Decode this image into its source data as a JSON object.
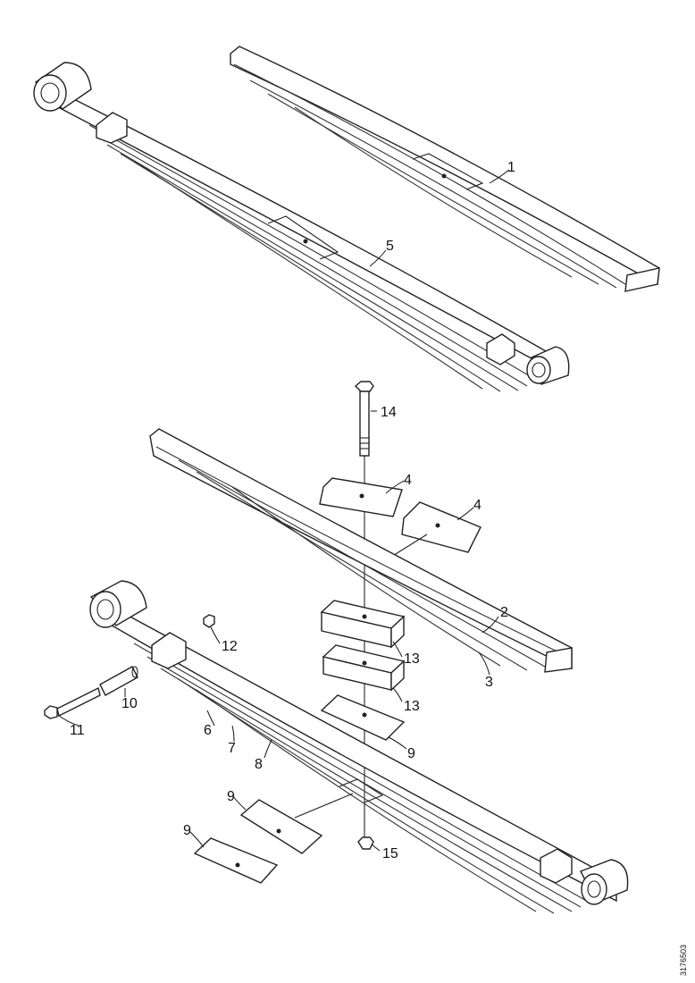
{
  "diagram": {
    "labels": {
      "l1": "1",
      "l2": "2",
      "l3": "3",
      "l4a": "4",
      "l4b": "4",
      "l5": "5",
      "l6": "6",
      "l7": "7",
      "l8": "8",
      "l9a": "9",
      "l9b": "9",
      "l9c": "9",
      "l10": "10",
      "l11": "11",
      "l12": "12",
      "l13a": "13",
      "l13b": "13",
      "l14": "14",
      "l15": "15"
    },
    "reference_code": "3176503"
  }
}
